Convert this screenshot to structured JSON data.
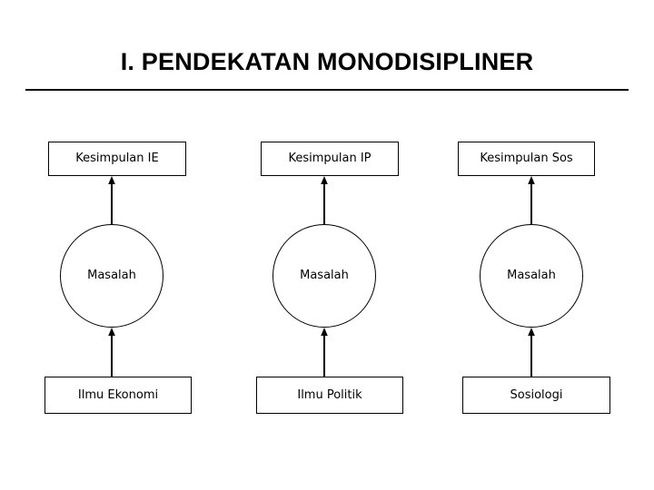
{
  "slide": {
    "title": "I. PENDEKATAN MONODISIPLINER",
    "background_color": "#ffffff",
    "line_color": "#000000",
    "text_color": "#000000"
  },
  "diagram": {
    "type": "flowchart",
    "orientation": "bottom-to-top",
    "columns": [
      {
        "id": "column-1",
        "discipline": "Ilmu Ekonomi",
        "problem": "Masalah",
        "conclusion": "Kesimpulan IE",
        "arrows": [
          "discipline-to-problem",
          "problem-to-conclusion"
        ]
      },
      {
        "id": "column-2",
        "discipline": "Ilmu Politik",
        "problem": "Masalah",
        "conclusion": "Kesimpulan IP",
        "arrows": [
          "discipline-to-problem",
          "problem-to-conclusion"
        ]
      },
      {
        "id": "column-3",
        "discipline": "Sosiologi",
        "problem": "Masalah",
        "conclusion": "Kesimpulan Sos",
        "arrows": [
          "discipline-to-problem",
          "problem-to-conclusion"
        ]
      }
    ]
  }
}
